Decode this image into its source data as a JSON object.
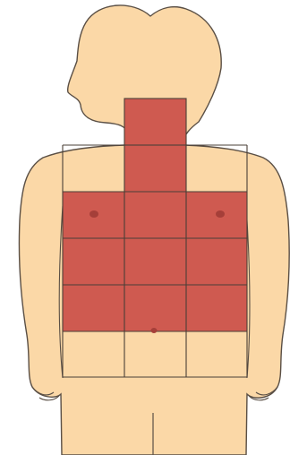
{
  "colors": {
    "skin": "#FBD8A7",
    "outline": "#5A4F45",
    "shaded_region": "#CF5A50",
    "grid_line": "#4A3F37",
    "nipple": "#A53F39"
  },
  "diagram": {
    "subject": "torso-front",
    "grid": {
      "rows": [
        "neck",
        "upper-chest",
        "chest",
        "mid-abdomen",
        "lower-abdomen",
        "pelvis"
      ],
      "columns": [
        "left",
        "center",
        "right"
      ]
    },
    "shaded_cells": [
      [
        "neck",
        "center"
      ],
      [
        "chest",
        "left"
      ],
      [
        "chest",
        "center"
      ],
      [
        "chest",
        "right"
      ],
      [
        "mid-abdomen",
        "left"
      ],
      [
        "mid-abdomen",
        "center"
      ],
      [
        "mid-abdomen",
        "right"
      ],
      [
        "lower-abdomen",
        "left"
      ],
      [
        "lower-abdomen",
        "center"
      ],
      [
        "lower-abdomen",
        "right"
      ]
    ]
  }
}
